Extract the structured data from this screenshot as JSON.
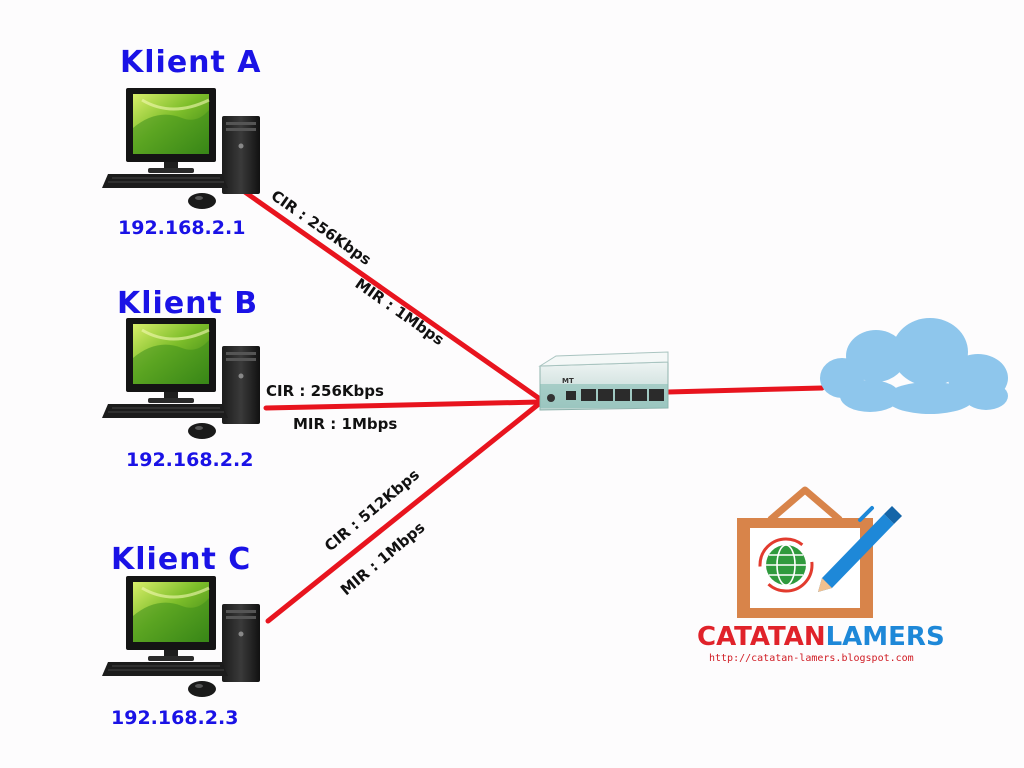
{
  "clients": [
    {
      "name": "Klient A",
      "ip": "192.168.2.1",
      "cir": "CIR : 256Kbps",
      "mir": "MIR : 1Mbps"
    },
    {
      "name": "Klient B",
      "ip": "192.168.2.2",
      "cir": "CIR : 256Kbps",
      "mir": "MIR : 1Mbps"
    },
    {
      "name": "Klient C",
      "ip": "192.168.2.3",
      "cir": "CIR : 512Kbps",
      "mir": "MIR : 1Mbps"
    }
  ],
  "router": {
    "badge": "MT"
  },
  "logo": {
    "brand_part1": "CATATAN",
    "brand_part2": "LAMERS",
    "url": "http://catatan-lamers.blogspot.com"
  },
  "colors": {
    "link": "#e8141e",
    "client_text": "#1a12e6",
    "cloud": "#8ec6ec",
    "frame": "#d8844a"
  },
  "icons": {
    "client": "desktop-computer-icon",
    "router": "router-icon",
    "internet": "cloud-icon",
    "logo": "globe-pencil-icon"
  }
}
